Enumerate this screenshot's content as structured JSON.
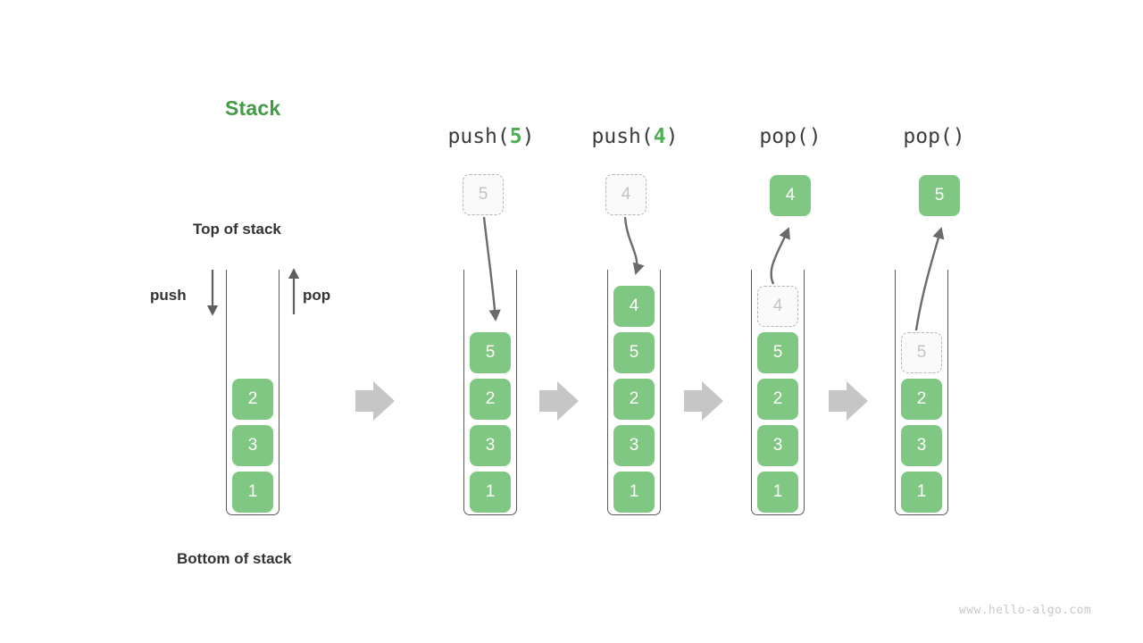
{
  "diagram": {
    "title": "Stack",
    "title_color": "#449a45",
    "accent_color": "#81c784",
    "watermark": "www.hello-algo.com",
    "labels": {
      "top_of_stack": "Top of stack",
      "bottom_of_stack": "Bottom of stack",
      "push": "push",
      "pop": "pop"
    }
  },
  "columns": [
    {
      "id": "initial",
      "header": null,
      "header_prefix": null,
      "header_arg": null,
      "header_suffix": null,
      "floating": null,
      "cells": [
        {
          "value": "2",
          "state": "solid"
        },
        {
          "value": "3",
          "state": "solid"
        },
        {
          "value": "1",
          "state": "solid"
        }
      ]
    },
    {
      "id": "push-5",
      "header": "push(5)",
      "header_prefix": "push(",
      "header_arg": "5",
      "header_suffix": ")",
      "floating": {
        "value": "5",
        "state": "ghost"
      },
      "cells": [
        {
          "value": "5",
          "state": "solid"
        },
        {
          "value": "2",
          "state": "solid"
        },
        {
          "value": "3",
          "state": "solid"
        },
        {
          "value": "1",
          "state": "solid"
        }
      ]
    },
    {
      "id": "push-4",
      "header": "push(4)",
      "header_prefix": "push(",
      "header_arg": "4",
      "header_suffix": ")",
      "floating": {
        "value": "4",
        "state": "ghost"
      },
      "cells": [
        {
          "value": "4",
          "state": "solid"
        },
        {
          "value": "5",
          "state": "solid"
        },
        {
          "value": "2",
          "state": "solid"
        },
        {
          "value": "3",
          "state": "solid"
        },
        {
          "value": "1",
          "state": "solid"
        }
      ]
    },
    {
      "id": "pop-1",
      "header": "pop()",
      "header_prefix": "pop(",
      "header_arg": "",
      "header_suffix": ")",
      "floating": {
        "value": "4",
        "state": "solid"
      },
      "cells": [
        {
          "value": "4",
          "state": "ghost"
        },
        {
          "value": "5",
          "state": "solid"
        },
        {
          "value": "2",
          "state": "solid"
        },
        {
          "value": "3",
          "state": "solid"
        },
        {
          "value": "1",
          "state": "solid"
        }
      ]
    },
    {
      "id": "pop-2",
      "header": "pop()",
      "header_prefix": "pop(",
      "header_arg": "",
      "header_suffix": ")",
      "floating": {
        "value": "5",
        "state": "solid"
      },
      "cells": [
        {
          "value": "5",
          "state": "ghost"
        },
        {
          "value": "2",
          "state": "solid"
        },
        {
          "value": "3",
          "state": "solid"
        },
        {
          "value": "1",
          "state": "solid"
        }
      ]
    }
  ]
}
